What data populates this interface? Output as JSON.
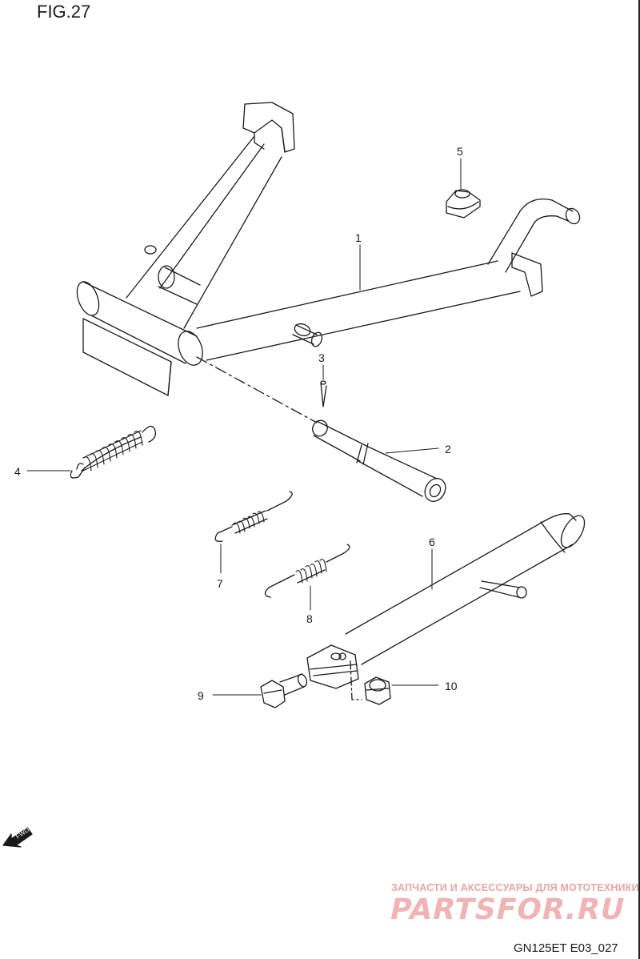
{
  "figure": {
    "title": "FIG.27",
    "code": "GN125ET E03_027"
  },
  "callouts": [
    {
      "id": "1",
      "label": "1"
    },
    {
      "id": "2",
      "label": "2"
    },
    {
      "id": "3",
      "label": "3"
    },
    {
      "id": "4",
      "label": "4"
    },
    {
      "id": "5",
      "label": "5"
    },
    {
      "id": "6",
      "label": "6"
    },
    {
      "id": "7",
      "label": "7"
    },
    {
      "id": "8",
      "label": "8"
    },
    {
      "id": "9",
      "label": "9"
    },
    {
      "id": "10",
      "label": "10"
    }
  ],
  "fwd_icon": {
    "label": "FWD"
  },
  "watermark": {
    "line1": "ЗАПЧАСТИ И АКСЕССУАРЫ ДЛЯ МОТОТЕХНИКИ",
    "logo": "PARTSFOR.RU"
  }
}
